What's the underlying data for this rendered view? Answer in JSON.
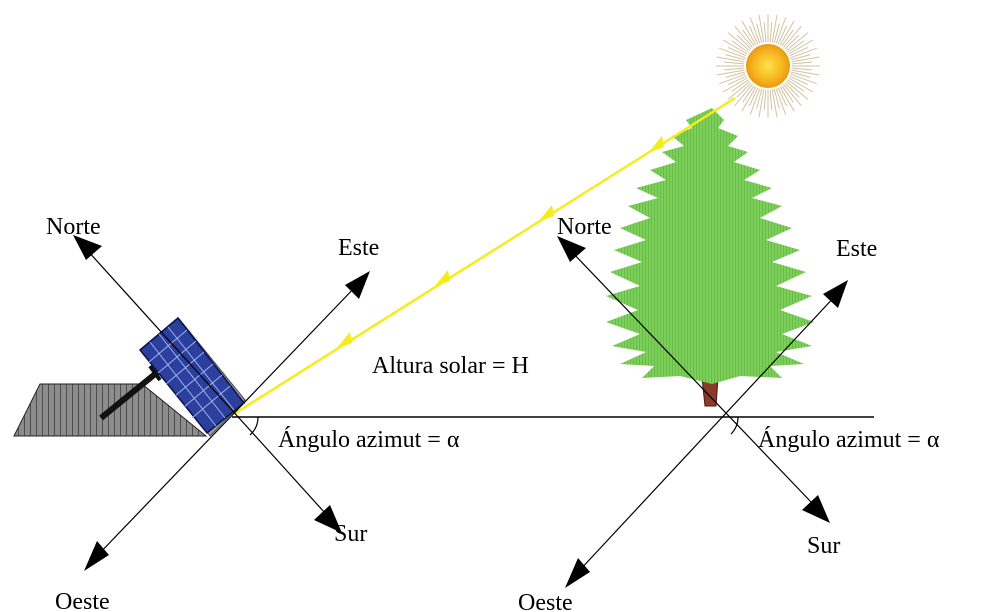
{
  "labels": {
    "left_compass": {
      "north": "Norte",
      "east": "Este",
      "south": "Sur",
      "west": "Oeste"
    },
    "right_compass": {
      "north": "Norte",
      "east": "Este",
      "south": "Sur",
      "west": "Oeste"
    },
    "solar_altitude": "Altura solar = H",
    "azimuth_left": "Ángulo azimut = α",
    "azimuth_right": "Ángulo azimut = α"
  },
  "colors": {
    "sun_ray": "#f5ec1a",
    "sun_core": "#f6b21e",
    "tree": "#6cc04a",
    "trunk": "#8a3b2a",
    "panel": "#2b3f9c",
    "roof": "#7a7a7a"
  }
}
